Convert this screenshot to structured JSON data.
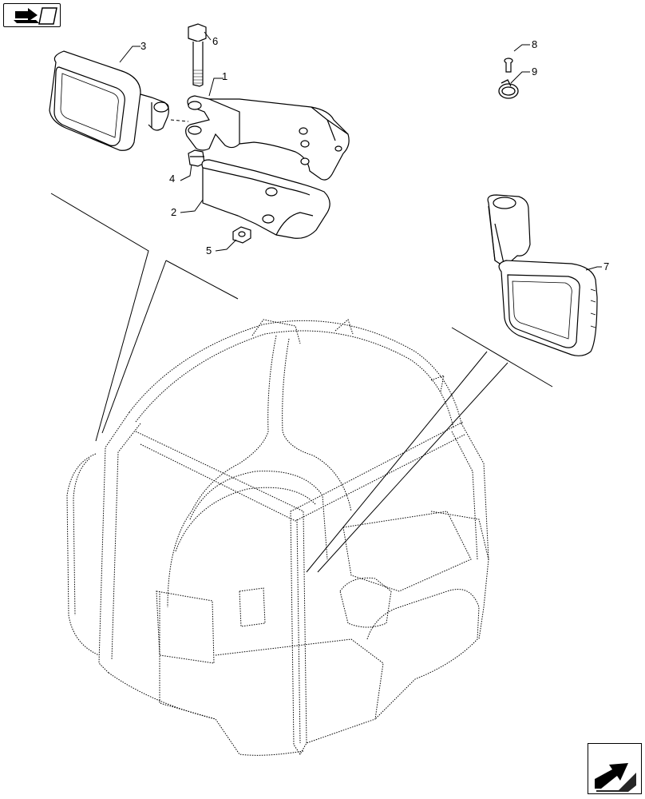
{
  "navigation": {
    "prev_icon": "back-arrow-icon",
    "next_icon": "forward-arrow-icon"
  },
  "callouts": [
    {
      "id": "1",
      "label": "1"
    },
    {
      "id": "2",
      "label": "2"
    },
    {
      "id": "3",
      "label": "3"
    },
    {
      "id": "4",
      "label": "4"
    },
    {
      "id": "5",
      "label": "5"
    },
    {
      "id": "6",
      "label": "6"
    },
    {
      "id": "7",
      "label": "7"
    },
    {
      "id": "8",
      "label": "8"
    },
    {
      "id": "9",
      "label": "9"
    }
  ],
  "colors": {
    "line": "#000000",
    "background": "#ffffff"
  }
}
